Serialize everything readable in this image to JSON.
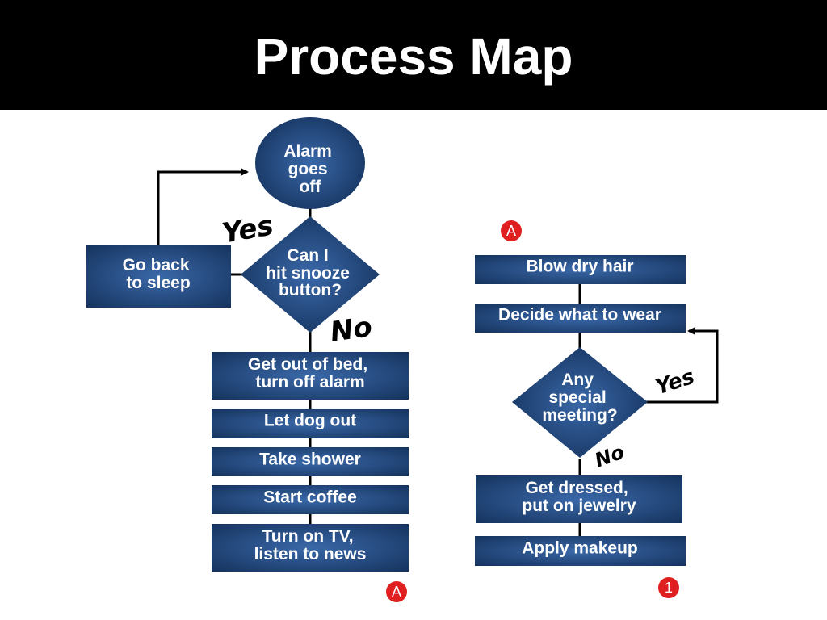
{
  "title": "Process Map",
  "colors": {
    "node": "#1a3d6e",
    "node_light": "#3a68a8",
    "line": "#000000",
    "marker": "#e02020"
  },
  "left_column": {
    "alarm": [
      "Alarm",
      "goes",
      "off"
    ],
    "decision": [
      "Can I",
      "hit snooze",
      "button?"
    ],
    "go_back": [
      "Go back",
      "to sleep"
    ],
    "yes_label": "Yes",
    "no_label": "No",
    "steps": [
      [
        "Get out of bed,",
        "turn off alarm"
      ],
      [
        "Let dog out"
      ],
      [
        "Take shower"
      ],
      [
        "Start coffee"
      ],
      [
        "Turn on TV,",
        "listen to news"
      ]
    ],
    "connector_label": "A"
  },
  "right_column": {
    "connector_label": "A",
    "blow_dry": "Blow dry hair",
    "decide": "Decide what to wear",
    "decision": [
      "Any",
      "special",
      "meeting?"
    ],
    "yes_label": "Yes",
    "no_label": "No",
    "dressed": [
      "Get dressed,",
      "put on jewelry"
    ],
    "makeup": "Apply makeup",
    "page_label": "1"
  }
}
